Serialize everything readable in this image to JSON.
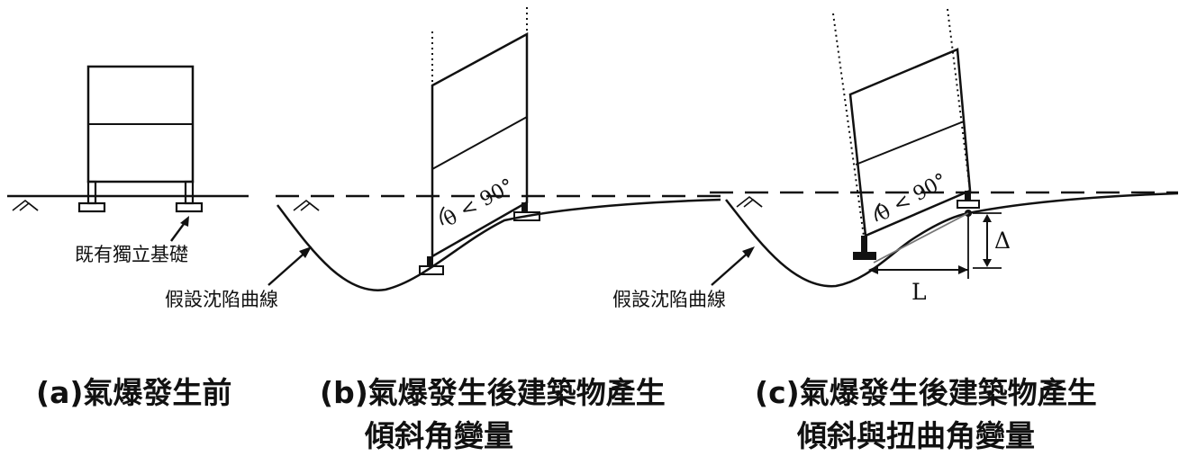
{
  "panel_a": {
    "foundation_label": "既有獨立基礎",
    "caption": "(a)氣爆發生前"
  },
  "panel_b": {
    "curve_label": "假設沈陷曲線",
    "angle_label": "θ < 90°",
    "caption_line1": "(b)氣爆發生後建築物產生",
    "caption_line2": "傾斜角變量"
  },
  "panel_c": {
    "curve_label": "假設沈陷曲線",
    "angle_label": "θ < 90°",
    "delta_label": "Δ",
    "length_label": "L",
    "caption_line1": "(c)氣爆發生後建築物產生",
    "caption_line2": "傾斜與扭曲角變量"
  }
}
